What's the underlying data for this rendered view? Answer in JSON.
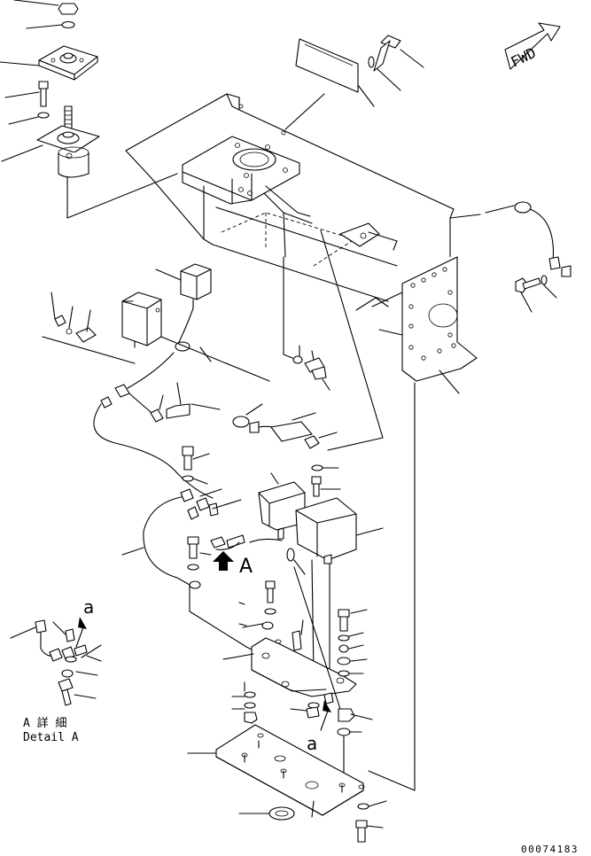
{
  "labels": {
    "fwd": "FWD",
    "view_a": "A",
    "detail_jp": "A 詳 細",
    "detail_en": "Detail A",
    "ref_a_upper": "a",
    "ref_a_lower": "a",
    "drawing_number": "00074183"
  },
  "colors": {
    "line": "#000000",
    "background": "#ffffff"
  },
  "icons": {
    "view_arrow": "up-arrow-icon",
    "fwd_arrow": "forward-arrow-icon"
  }
}
